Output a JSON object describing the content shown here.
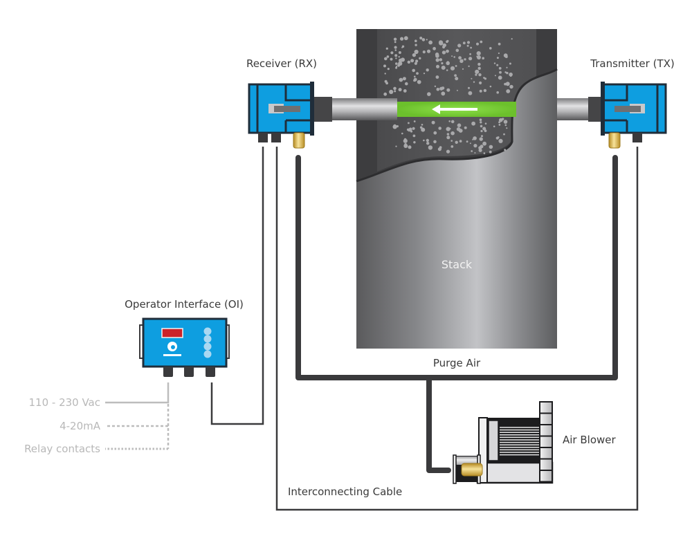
{
  "diagram": {
    "components": {
      "receiver": {
        "label": "Receiver (RX)"
      },
      "transmitter": {
        "label": "Transmitter (TX)"
      },
      "stack": {
        "label": "Stack"
      },
      "operator_interface": {
        "label": "Operator Interface (OI)"
      },
      "air_blower": {
        "label": "Air Blower"
      }
    },
    "connections": {
      "purge_air": {
        "label": "Purge Air"
      },
      "interconnecting_cable": {
        "label": "Interconnecting Cable"
      }
    },
    "oi_io": [
      {
        "label": "110 - 230 Vac",
        "style": "solid"
      },
      {
        "label": "4-20mA",
        "style": "dashed"
      },
      {
        "label": "Relay contacts",
        "style": "dotted"
      }
    ],
    "beam": {
      "direction": "right-to-left"
    },
    "colors": {
      "device_blue": "#0e9ee0",
      "device_outline": "#1f2d3a",
      "beam_green": "#7ed03a",
      "stack_dark": "#3d3d3f",
      "hose": "#3a3a3c",
      "fitting_gold": "#d9b44a",
      "oi_display_red": "#cc2229"
    }
  }
}
